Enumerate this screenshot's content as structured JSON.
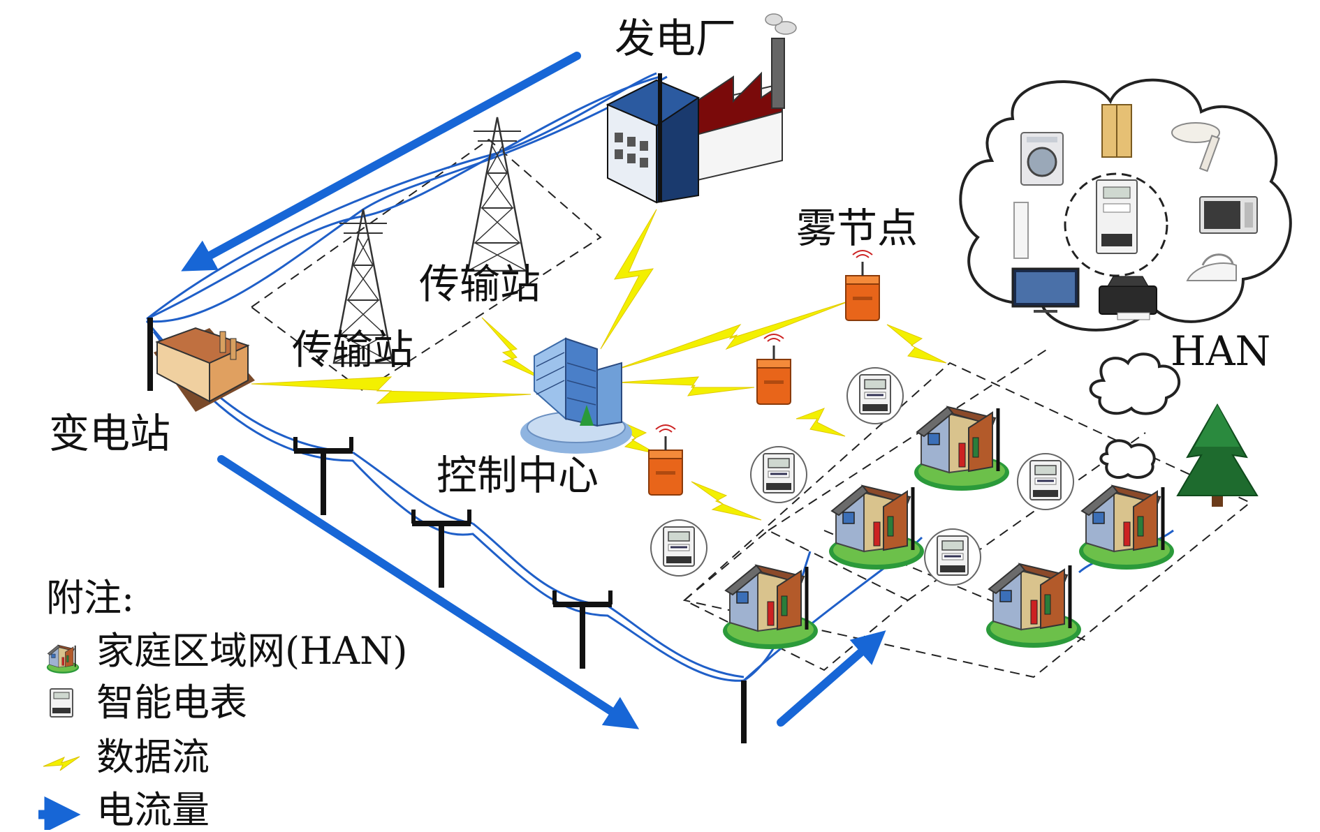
{
  "labels": {
    "power_plant": "发电厂",
    "transmission_station_1": "传输站",
    "transmission_station_2": "传输站",
    "substation": "变电站",
    "control_center": "控制中心",
    "fog_node": "雾节点",
    "han": "HAN"
  },
  "legend": {
    "title": "附注:",
    "items": [
      {
        "icon": "house-icon",
        "label": "家庭区域网(HAN)"
      },
      {
        "icon": "smart-meter-icon",
        "label": "智能电表"
      },
      {
        "icon": "lightning-icon",
        "label": "数据流"
      },
      {
        "icon": "blue-arrow-icon",
        "label": "电流量"
      }
    ]
  },
  "colors": {
    "power_line": "#1f5fc8",
    "flow_arrow": "#1766d6",
    "data_flow": "#f3f000",
    "fog_node": "#e8651a",
    "factory_roof": "#7a0a0a",
    "plant_building": "#1a3a6e",
    "tree": "#1e6b2e",
    "dashed": "#222222"
  },
  "appliances": [
    "washing-machine-icon",
    "fridge-icon",
    "hair-dryer-icon",
    "air-conditioner-icon",
    "smart-meter-icon",
    "microwave-icon",
    "tv-icon",
    "printer-icon",
    "iron-icon"
  ]
}
